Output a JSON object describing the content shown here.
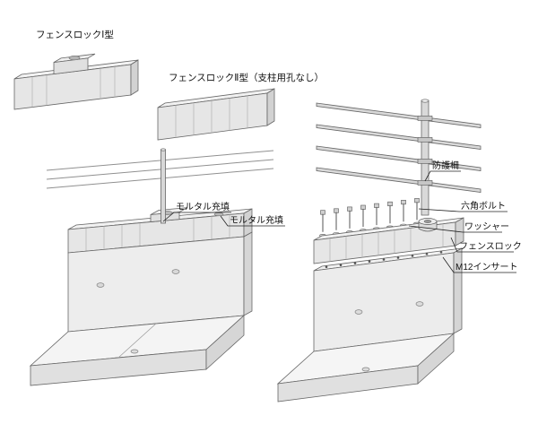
{
  "diagram": {
    "title_type1": "フェンスロックⅠ型",
    "title_type2": "フェンスロックⅡ型（支柱用孔なし）",
    "installed_view": {
      "mortar_label_1": "モルタル充填",
      "mortar_label_2": "モルタル充填"
    },
    "exploded_view": {
      "guard_fence": "防護柵",
      "hex_bolt": "六角ボルト",
      "washer": "ワッシャー",
      "fence_lock": "フェンスロック",
      "m12_insert": "M12インサート"
    },
    "colors": {
      "line": "#666666",
      "concrete_light": "#f2f2f2",
      "concrete_mid": "#e6e6e6",
      "concrete_dark": "#d2d2d2",
      "background": "#ffffff"
    }
  }
}
